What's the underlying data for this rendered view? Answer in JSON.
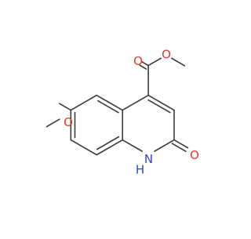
{
  "molecule": {
    "bond_color": "#3a3a3a",
    "atoms": [
      {
        "id": "ester_o_carbonyl",
        "label": "O",
        "color": "#e8382c"
      },
      {
        "id": "ester_o_methoxy",
        "label": "O",
        "color": "#e8382c"
      },
      {
        "id": "aryl_methoxy_o",
        "label": "O",
        "color": "#e8382c"
      },
      {
        "id": "amide_n",
        "label": "N",
        "color": "#2a3fe0"
      },
      {
        "id": "amide_h",
        "label": "H",
        "color": "#2a3fe0"
      },
      {
        "id": "ketone_o",
        "label": "O",
        "color": "#e8382c"
      }
    ]
  }
}
